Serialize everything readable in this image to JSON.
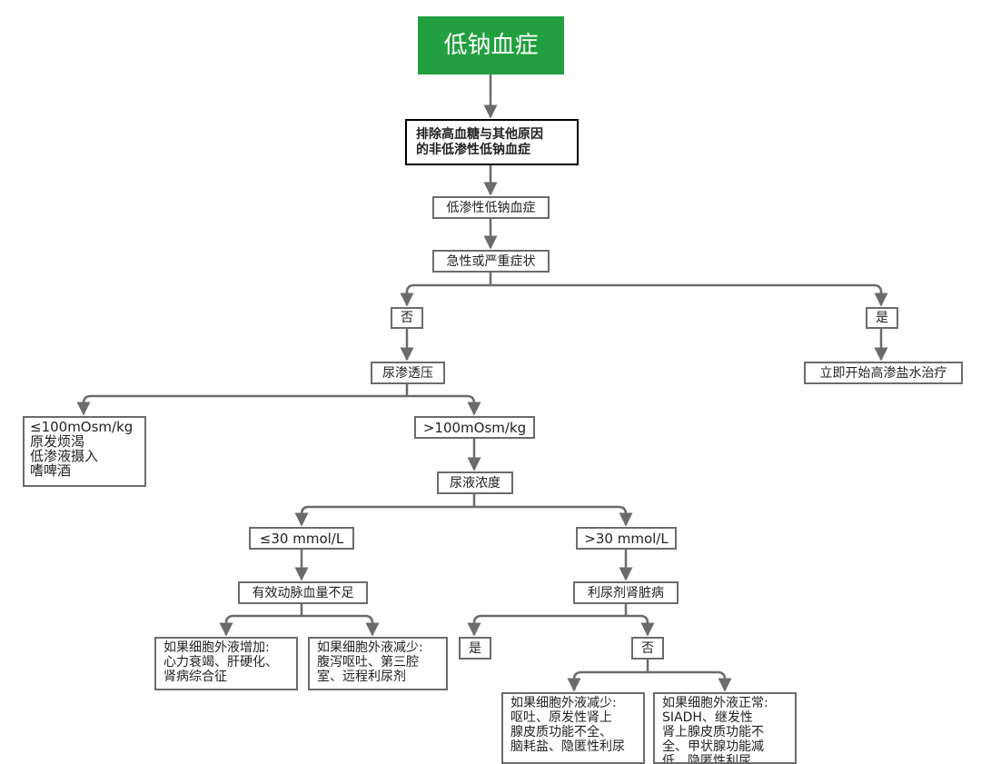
{
  "colors": {
    "root_bg": "#22a03f",
    "edge": "#6b6b6b",
    "primary_border": "#000000"
  },
  "nodes": {
    "root": "低钠血症",
    "exclude": "排除高血糖与其他原因\n的非低渗性低钠血症",
    "hypo": "低渗性低钠血症",
    "acute": "急性或严重症状",
    "no1": "否",
    "yes1": "是",
    "hypertonic": "立即开始高渗盐水治疗",
    "urine_osm": "尿渗透压",
    "low_osm": "≤100mOsm/kg\n原发烦渴\n低渗液摄入\n嗜啤酒",
    "high_osm": ">100mOsm/kg",
    "urine_na": "尿液浓度",
    "na_low": "≤30 mmol/L",
    "na_high": ">30 mmol/L",
    "effective": "有效动脉血量不足",
    "diuretic": "利尿剂肾脏病",
    "ecf_increase": "如果细胞外液增加:\n心力衰竭、肝硬化、\n肾病综合征",
    "ecf_decrease": "如果细胞外液减少:\n腹泻呕吐、第三腔\n室、远程利尿剂",
    "yes2": "是",
    "no2": "否",
    "ecf_decrease2": "如果细胞外液减少:\n呕吐、原发性肾上\n腺皮质功能不全、\n脑耗盐、隐匿性利尿",
    "ecf_normal": "如果细胞外液正常:\nSIADH、继发性\n肾上腺皮质功能不\n全、甲状腺功能减\n低、隐匿性利尿"
  }
}
